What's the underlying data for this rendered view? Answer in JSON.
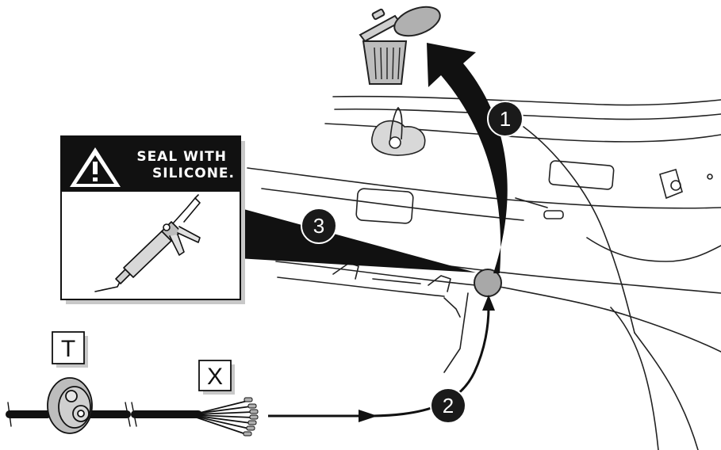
{
  "warning": {
    "line1": "SEAL WITH",
    "line2": "SILICONE."
  },
  "steps": [
    "1",
    "2",
    "3"
  ],
  "parts": {
    "grommet_label": "T",
    "harness_label": "X"
  },
  "colors": {
    "ink": "#111111",
    "fill_grey": "#b8b8b8",
    "label_shadow": "#c8c8c8",
    "badge": "#1a1a1a"
  }
}
